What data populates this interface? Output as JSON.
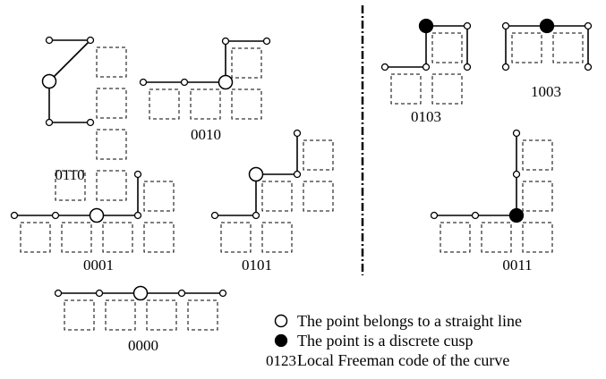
{
  "configurations": [
    {
      "code": "0110",
      "side": "straight"
    },
    {
      "code": "0010",
      "side": "straight"
    },
    {
      "code": "0001",
      "side": "straight"
    },
    {
      "code": "0101",
      "side": "straight"
    },
    {
      "code": "0000",
      "side": "straight"
    },
    {
      "code": "0103",
      "side": "cusp"
    },
    {
      "code": "1003",
      "side": "cusp"
    },
    {
      "code": "0011",
      "side": "cusp"
    }
  ],
  "legend": {
    "straight": "The point belongs to a straight line",
    "cusp": "The point is a discrete cusp",
    "code_sample": "0123",
    "code_desc": "Local Freeman code of the curve"
  }
}
